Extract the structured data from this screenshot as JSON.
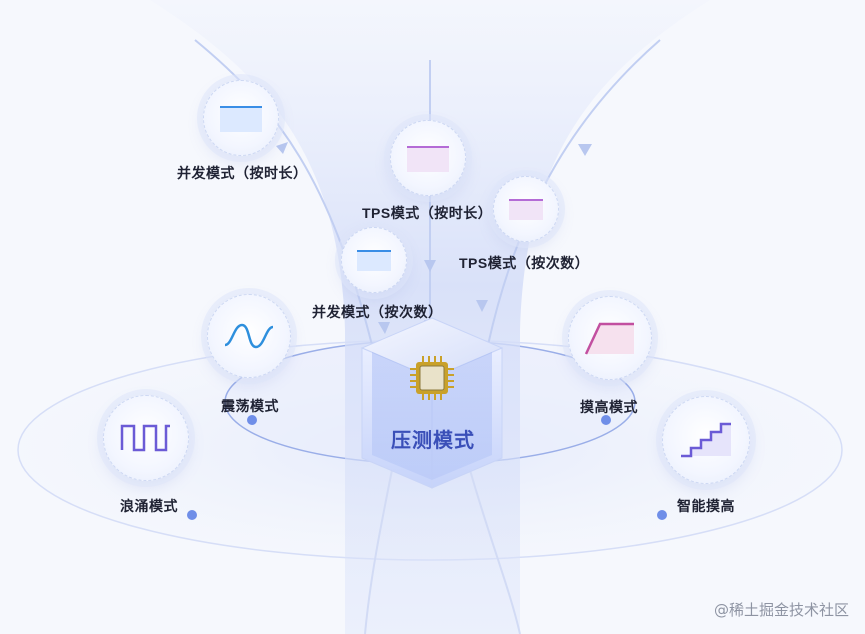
{
  "center": {
    "label": "压测模式",
    "icon": "chip-icon"
  },
  "modes": [
    {
      "id": "concurrency-duration",
      "label": "并发模式（按时长）",
      "icon": "flat-line-icon",
      "color": "#3a8ee6"
    },
    {
      "id": "tps-duration",
      "label": "TPS模式（按时长）",
      "icon": "flat-line-icon",
      "color": "#b46bd6"
    },
    {
      "id": "tps-count",
      "label": "TPS模式（按次数）",
      "icon": "flat-line-icon",
      "color": "#b46bd6"
    },
    {
      "id": "concurrency-count",
      "label": "并发模式（按次数）",
      "icon": "flat-line-icon",
      "color": "#3a8ee6"
    },
    {
      "id": "oscillation",
      "label": "震荡模式",
      "icon": "sine-wave-icon",
      "color": "#2e8fdd"
    },
    {
      "id": "ramp-up",
      "label": "摸高模式",
      "icon": "ramp-up-icon",
      "color": "#c24fa0"
    },
    {
      "id": "surge",
      "label": "浪涌模式",
      "icon": "square-wave-icon",
      "color": "#6b5bd6"
    },
    {
      "id": "smart-ramp",
      "label": "智能摸高",
      "icon": "staircase-icon",
      "color": "#6b5bd6"
    }
  ],
  "watermark": "@稀土掘金技术社区"
}
